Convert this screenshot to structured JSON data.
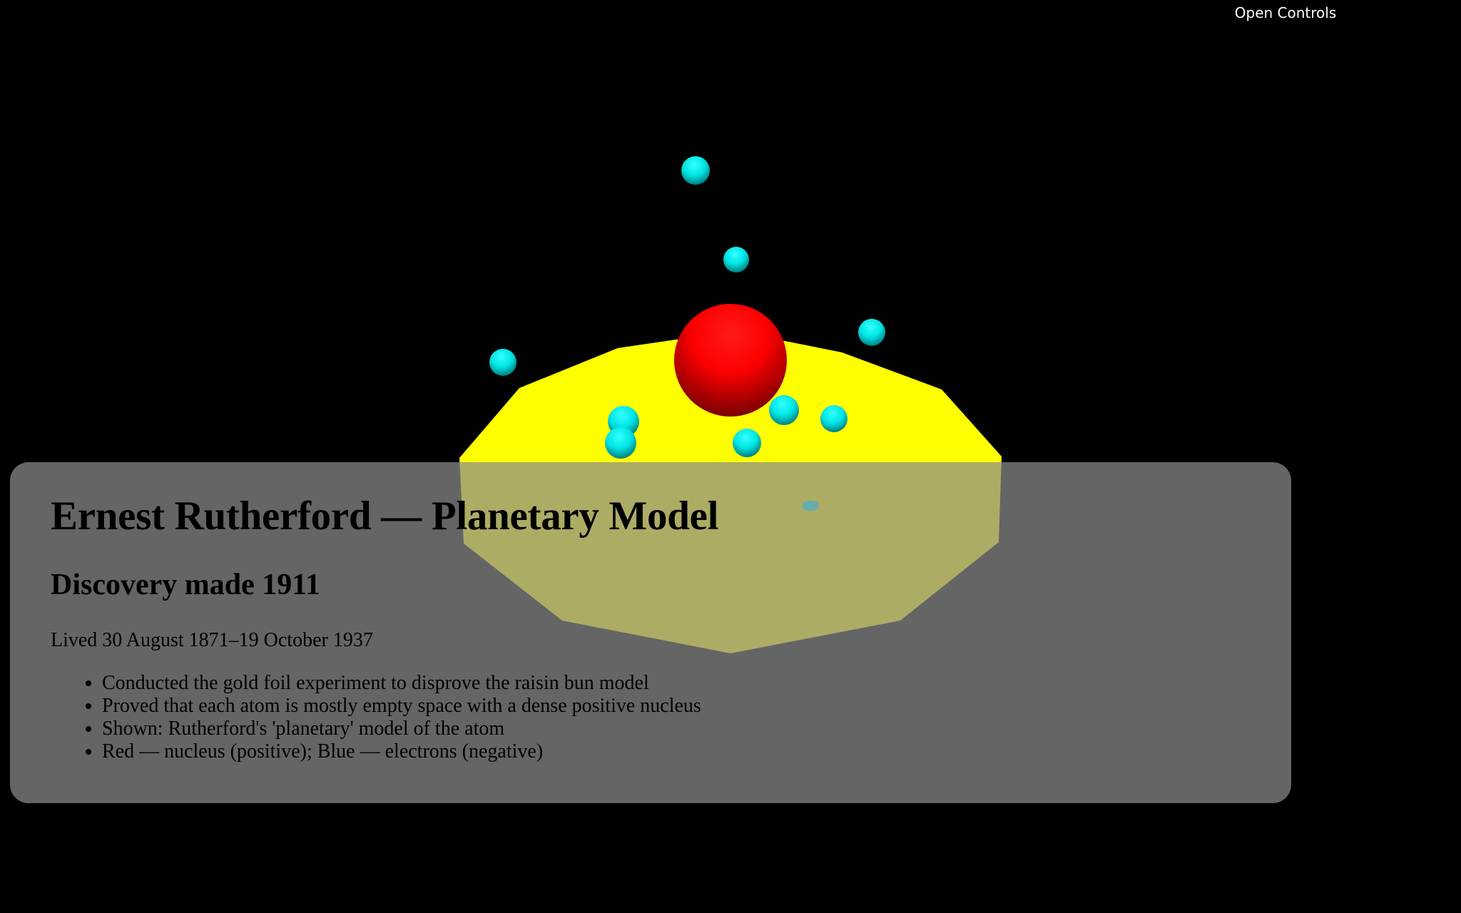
{
  "controls": {
    "toggle_label": "Open Controls"
  },
  "info": {
    "title": "Ernest Rutherford — Planetary Model",
    "subtitle": "Discovery made 1911",
    "lifespan": "Lived 30 August 1871–19 October 1937",
    "facts": [
      "Conducted the gold foil experiment to disprove the raisin bun model",
      "Proved that each atom is mostly empty space with a dense positive nucleus",
      "Shown: Rutherford's 'planetary' model of the atom",
      "Red — nucleus (positive); Blue — electrons (negative)"
    ]
  },
  "colors": {
    "background": "#000000",
    "orbit_disc": "#ffff00",
    "nucleus": "#ff0000",
    "electron": "#00ffff",
    "panel": "#8c8c8c"
  }
}
